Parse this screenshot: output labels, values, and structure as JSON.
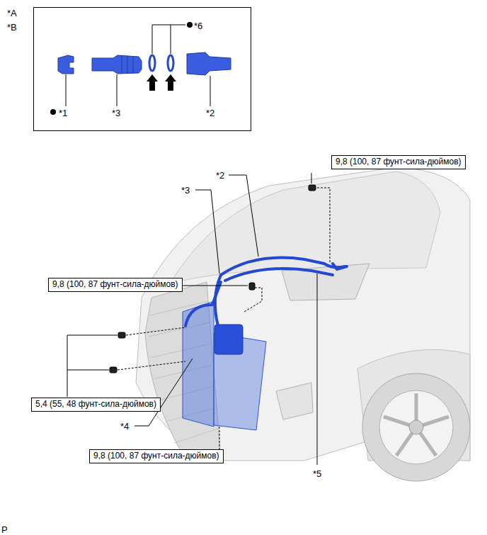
{
  "diagram": {
    "nodes": [
      {
        "text": [
          "*6",
          "*1",
          "*3",
          "*2"
        ]
      },
      {
        "text": [
          "9,8 (100, 87 фунт-сила-дюймов)"
        ]
      },
      {
        "text": [
          "9,8 (100, 87 фунт-сила-дюймов)"
        ]
      },
      {
        "text": [
          "5,4 (55, 48 фунт-сила-дюймов)"
        ]
      },
      {
        "text": [
          "9,8 (100, 87 фунт-сила-дюймов)"
        ]
      }
    ],
    "labels": [
      "*A",
      "*B",
      "*2",
      "*3",
      "*4",
      "*5",
      "P"
    ]
  }
}
